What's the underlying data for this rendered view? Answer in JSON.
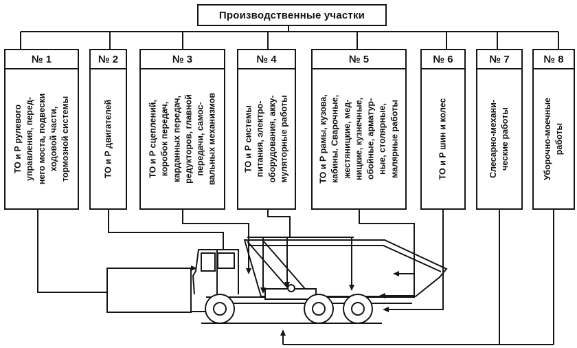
{
  "title": "Производственные участки",
  "sections": [
    {
      "number": "№ 1",
      "label": [
        "ТО и Р рулевого",
        "управления, перед-",
        "него моста, подвески",
        "ходовой части,",
        "тормозной системы"
      ]
    },
    {
      "number": "№ 2",
      "label": [
        "ТО и Р двигателей"
      ]
    },
    {
      "number": "№ 3",
      "label": [
        "ТО и Р сцеплений,",
        "коробок передач,",
        "карданных передач,",
        "редукторов, главной",
        "передачи, самос-",
        "вальных механизмов"
      ]
    },
    {
      "number": "№ 4",
      "label": [
        "ТО и Р системы",
        "питания, электро-",
        "оборудования, акку-",
        "муляторные работы"
      ]
    },
    {
      "number": "№ 5",
      "label": [
        "ТО и Р рамы, кузова,",
        "кабины. Сварочные,",
        "жестяницкие, мед-",
        "ницкие, кузнечные,",
        "обойные, арматур-",
        "ные, столярные,",
        "малярные работы"
      ]
    },
    {
      "number": "№ 6",
      "label": [
        "ТО и Р шин и колес"
      ]
    },
    {
      "number": "№ 7",
      "label": [
        "Слесарно-механи-",
        "ческие работы"
      ]
    },
    {
      "number": "№ 8",
      "label": [
        "Уборочно-моечные",
        "работы"
      ]
    }
  ],
  "illustration": "dump-truck-side-view",
  "colors": {
    "line": "#151515",
    "background": "#ffffff"
  }
}
